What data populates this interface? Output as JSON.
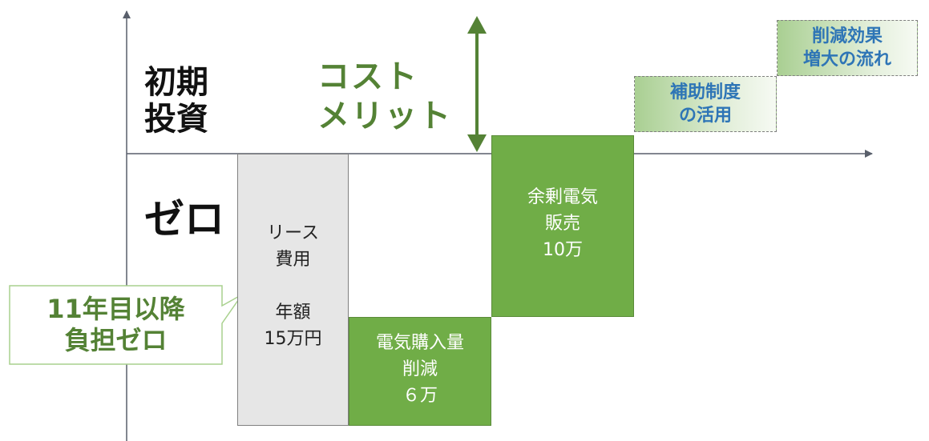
{
  "labels": {
    "initial_investment_line1": "初期",
    "initial_investment_line2": "投資",
    "zero": "ゼロ",
    "cost_merit_line1": "コスト",
    "cost_merit_line2": "メリット"
  },
  "callout": {
    "line1": "11年目以降",
    "line2": "負担ゼロ"
  },
  "lease_box": {
    "line1": "リース",
    "line2": "費用",
    "line3": "年額",
    "line4": "15万円"
  },
  "purchase_reduction_box": {
    "line1": "電気購入量",
    "line2": "削減",
    "line3": "６万"
  },
  "surplus_sale_box": {
    "line1": "余剰電気",
    "line2": "販売",
    "line3": "10万"
  },
  "subsidy_step": {
    "line1": "補助制度",
    "line2": "の活用"
  },
  "expansion_step": {
    "line1": "削減効果",
    "line2": "増大の流れ"
  },
  "colors": {
    "green_fill": "#70ad47",
    "dark_green_text": "#548235",
    "blue_text": "#2e75b6",
    "lease_gray": "#e6e6e6",
    "axis_color": "#595f6b"
  }
}
